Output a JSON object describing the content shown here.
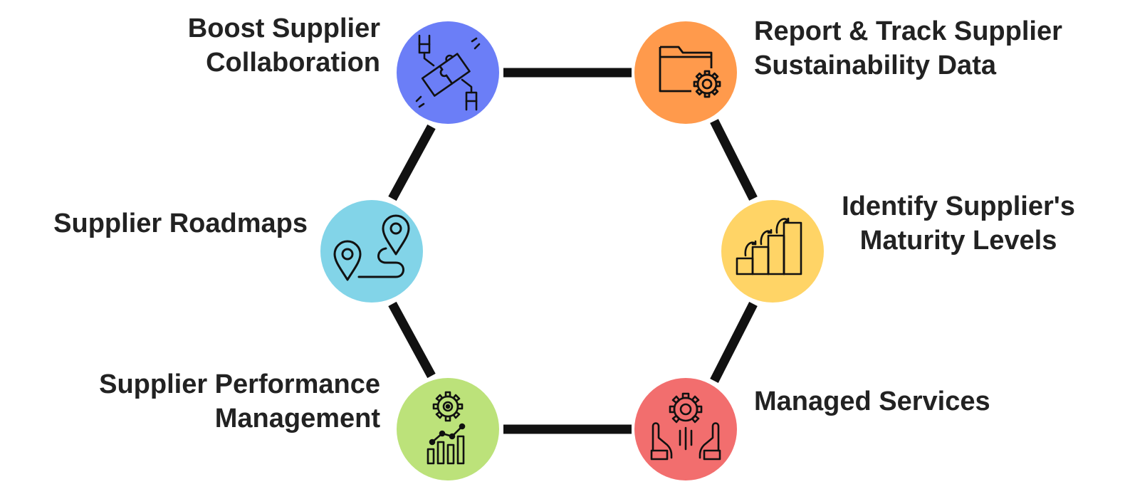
{
  "nodes": [
    {
      "id": "collaboration",
      "lines": [
        "Boost Supplier",
        "Collaboration"
      ],
      "color": "#6B7EF7",
      "icon": "puzzle-handshake-icon"
    },
    {
      "id": "reporting",
      "lines": [
        "Report & Track Supplier",
        "Sustainability Data"
      ],
      "color": "#FF9A4C",
      "icon": "folder-gear-icon"
    },
    {
      "id": "maturity",
      "lines": [
        "Identify Supplier's",
        "Maturity Levels"
      ],
      "color": "#FFD466",
      "icon": "bar-steps-icon"
    },
    {
      "id": "managed",
      "lines": [
        "Managed Services"
      ],
      "color": "#F26E6E",
      "icon": "hands-gear-icon"
    },
    {
      "id": "performance",
      "lines": [
        "Supplier Performance",
        "Management"
      ],
      "color": "#BCE27A",
      "icon": "gear-chart-icon"
    },
    {
      "id": "roadmaps",
      "lines": [
        "Supplier Roadmaps"
      ],
      "color": "#82D4E8",
      "icon": "route-pins-icon"
    }
  ],
  "connector_color": "#111111"
}
